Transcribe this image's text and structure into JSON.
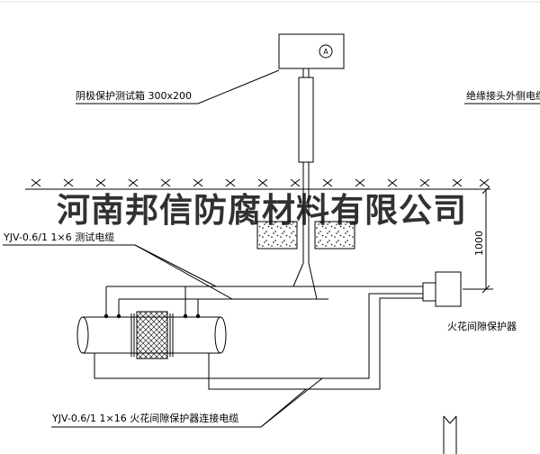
{
  "watermark": {
    "text": "河南邦信防腐材料有限公司"
  },
  "labels": {
    "test_box": "阴极保护测试箱 300x200",
    "outer_cable": "绝缘接头外侧电缆",
    "test_cable": "YJV-0.6/1 1×6  测试电缆",
    "spark_gap": "火花间隙保护器",
    "connection_cable": "YJV-0.6/1 1×16  火花间隙保护器连接电缆",
    "dimension": "1000",
    "meter": "A"
  },
  "colors": {
    "line": "#000000",
    "background": "#ffffff",
    "watermark": "#151515"
  }
}
